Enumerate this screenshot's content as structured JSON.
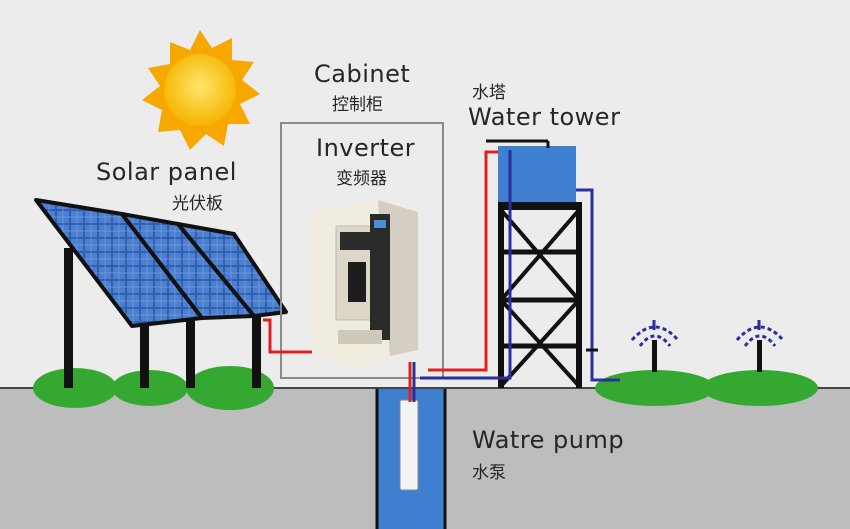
{
  "labels": {
    "cabinet": {
      "en": "Cabinet",
      "cn": "控制柜"
    },
    "inverter": {
      "en": "Inverter",
      "cn": "变频器"
    },
    "solar_panel": {
      "en": "Solar panel",
      "cn": "光伏板"
    },
    "water_tower": {
      "en": "Water tower",
      "cn": "水塔"
    },
    "water_pump": {
      "en": "Watre pump",
      "cn": "水泵"
    }
  },
  "colors": {
    "background": "#ececec",
    "ground": "#bfbfbf",
    "sun": "#f7b500",
    "grass": "#35a831",
    "solar_cell": "#2f5fb0",
    "frame": "#111111",
    "water": "#3f7fcf",
    "wire_red": "#e02020",
    "wire_blue": "#2a2f9c"
  },
  "icons": [
    "sun-icon",
    "sprinkler-icon"
  ]
}
